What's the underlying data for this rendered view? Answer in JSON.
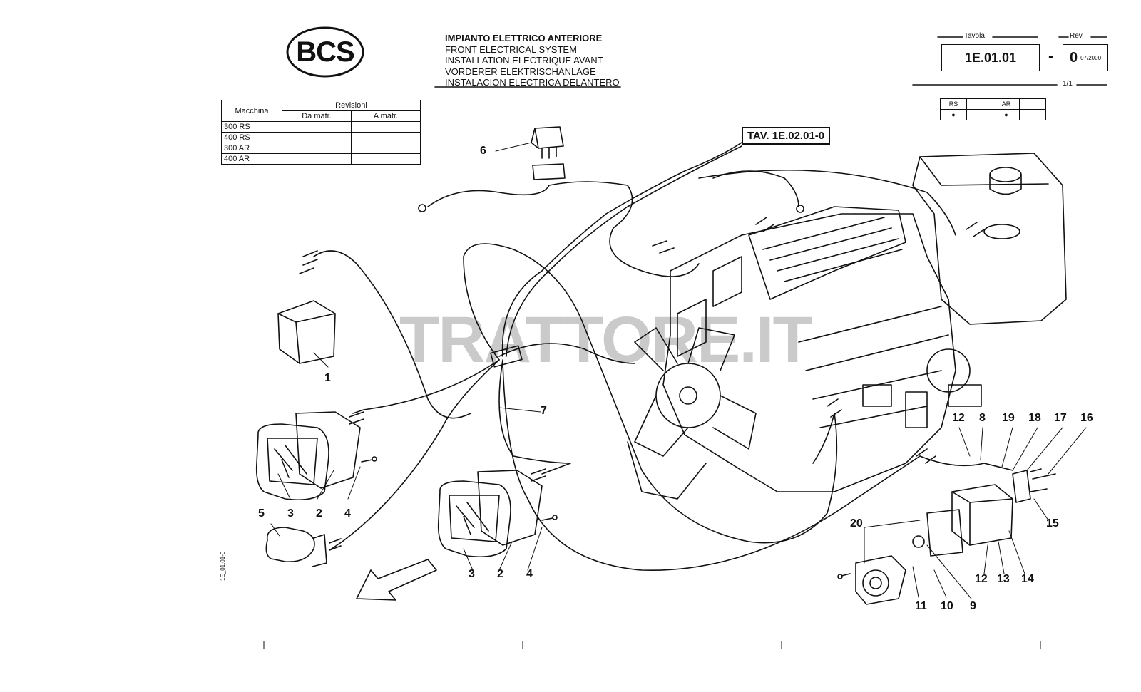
{
  "logo": {
    "text": "BCS"
  },
  "titles": [
    "IMPIANTO ELETTRICO ANTERIORE",
    "FRONT ELECTRICAL SYSTEM",
    "INSTALLATION ELECTRIQUE AVANT",
    "VORDERER ELEKTRISCHANLAGE",
    "INSTALACION ELECTRICA DELANTERO"
  ],
  "sheet": {
    "label": "Tavola",
    "code": "1E.01.01"
  },
  "revision": {
    "label": "Rev.",
    "dash": "-",
    "value": "0",
    "date": "07/2000"
  },
  "page_number": "1/1",
  "model_table": {
    "header_machine": "Macchina",
    "header_revisions": "Revisioni",
    "header_from": "Da matr.",
    "header_to": "A matr.",
    "rows": [
      "300 RS",
      "400 RS",
      "300 AR",
      "400 AR"
    ]
  },
  "applicability": {
    "columns": [
      "RS",
      "AR"
    ],
    "marks": [
      "●",
      "●"
    ]
  },
  "reference": "TAV. 1E.02.01-0",
  "callouts": [
    "1",
    "2",
    "3",
    "4",
    "5",
    "6",
    "7",
    "8",
    "9",
    "10",
    "11",
    "12",
    "13",
    "14",
    "15",
    "16",
    "17",
    "18",
    "19",
    "20"
  ],
  "watermark": "TRATTORE.IT",
  "side_code": "1E_01.01-0"
}
